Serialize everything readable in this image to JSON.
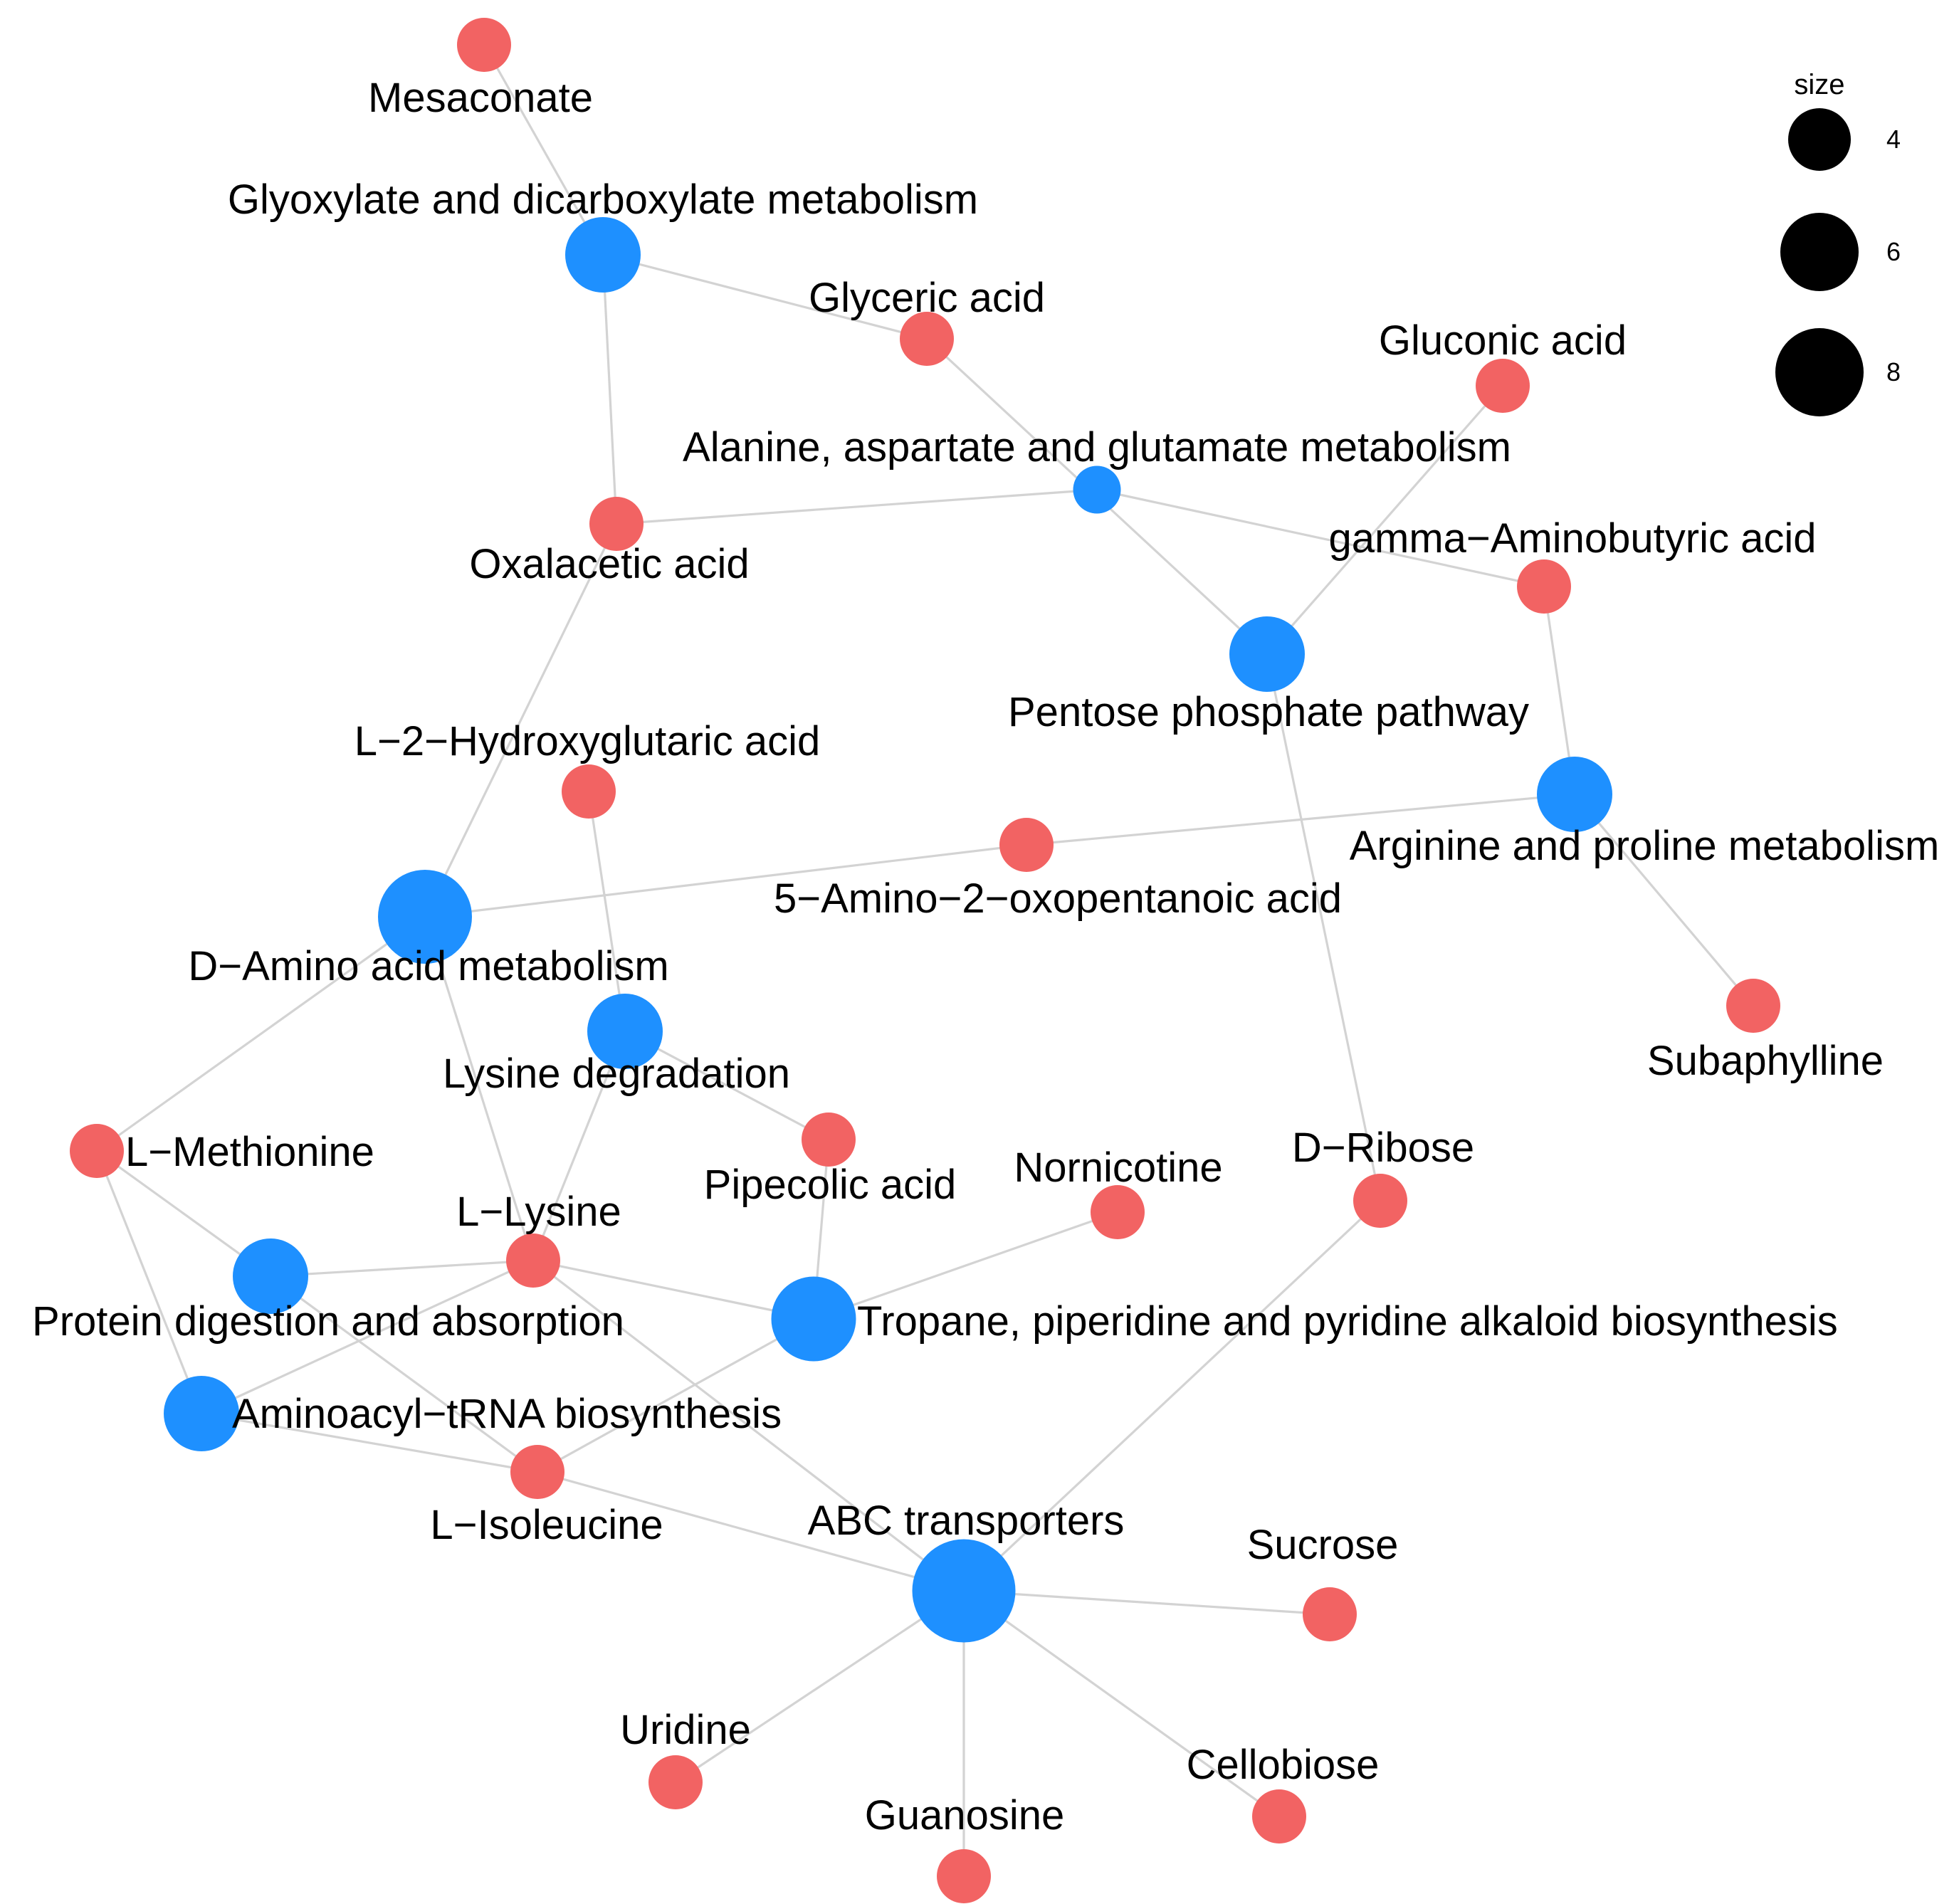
{
  "colors": {
    "pathway": "#1e90ff",
    "compound": "#f26363",
    "edge": "#d3d3d3",
    "legend_dot": "#000000"
  },
  "nodes": [
    {
      "id": "mesaconate",
      "label": "Mesaconate",
      "type": "compound"
    },
    {
      "id": "glyoxylate",
      "label": "Glyoxylate and dicarboxylate metabolism",
      "type": "pathway",
      "size": 6
    },
    {
      "id": "glyceric",
      "label": "Glyceric acid",
      "type": "compound"
    },
    {
      "id": "gluconic",
      "label": "Gluconic acid",
      "type": "compound"
    },
    {
      "id": "alanine",
      "label": "Alanine, aspartate and glutamate metabolism",
      "type": "pathway",
      "size": 3
    },
    {
      "id": "oxalacetic",
      "label": "Oxalacetic acid",
      "type": "compound"
    },
    {
      "id": "gaba",
      "label": "gamma−Aminobutyric acid",
      "type": "compound"
    },
    {
      "id": "pentose",
      "label": "Pentose phosphate pathway",
      "type": "pathway",
      "size": 6
    },
    {
      "id": "l2hg",
      "label": "L−2−Hydroxyglutaric acid",
      "type": "compound"
    },
    {
      "id": "arginine",
      "label": "Arginine and proline metabolism",
      "type": "pathway",
      "size": 6
    },
    {
      "id": "amino5",
      "label": "5−Amino−2−oxopentanoic acid",
      "type": "compound"
    },
    {
      "id": "damino",
      "label": "D−Amino acid metabolism",
      "type": "pathway",
      "size": 8
    },
    {
      "id": "subaphylline",
      "label": "Subaphylline",
      "type": "compound"
    },
    {
      "id": "lysdeg",
      "label": "Lysine degradation",
      "type": "pathway",
      "size": 6
    },
    {
      "id": "methionine",
      "label": "L−Methionine",
      "type": "compound"
    },
    {
      "id": "pipecolic",
      "label": "Pipecolic acid",
      "type": "compound"
    },
    {
      "id": "nornicotine",
      "label": "Nornicotine",
      "type": "compound"
    },
    {
      "id": "dribose",
      "label": "D−Ribose",
      "type": "compound"
    },
    {
      "id": "lysine",
      "label": "L−Lysine",
      "type": "compound"
    },
    {
      "id": "protein",
      "label": "Protein digestion and absorption",
      "type": "pathway",
      "size": 6
    },
    {
      "id": "tropane",
      "label": "Tropane, piperidine and pyridine alkaloid biosynthesis",
      "type": "pathway",
      "size": 7
    },
    {
      "id": "aminoacyl",
      "label": "Aminoacyl−tRNA biosynthesis",
      "type": "pathway",
      "size": 6
    },
    {
      "id": "isoleucine",
      "label": "L−Isoleucine",
      "type": "compound"
    },
    {
      "id": "abc",
      "label": "ABC transporters",
      "type": "pathway",
      "size": 9
    },
    {
      "id": "sucrose",
      "label": "Sucrose",
      "type": "compound"
    },
    {
      "id": "uridine",
      "label": "Uridine",
      "type": "compound"
    },
    {
      "id": "cellobiose",
      "label": "Cellobiose",
      "type": "compound"
    },
    {
      "id": "guanosine",
      "label": "Guanosine",
      "type": "compound"
    }
  ],
  "edges": [
    [
      "mesaconate",
      "glyoxylate"
    ],
    [
      "glyoxylate",
      "glyceric"
    ],
    [
      "glyoxylate",
      "oxalacetic"
    ],
    [
      "glyceric",
      "pentose"
    ],
    [
      "oxalacetic",
      "alanine"
    ],
    [
      "alanine",
      "gaba"
    ],
    [
      "gluconic",
      "pentose"
    ],
    [
      "gaba",
      "arginine"
    ],
    [
      "pentose",
      "dribose"
    ],
    [
      "oxalacetic",
      "damino"
    ],
    [
      "damino",
      "amino5"
    ],
    [
      "amino5",
      "arginine"
    ],
    [
      "arginine",
      "subaphylline"
    ],
    [
      "l2hg",
      "lysdeg"
    ],
    [
      "damino",
      "methionine"
    ],
    [
      "damino",
      "lysine"
    ],
    [
      "lysdeg",
      "pipecolic"
    ],
    [
      "lysdeg",
      "lysine"
    ],
    [
      "methionine",
      "protein"
    ],
    [
      "methionine",
      "aminoacyl"
    ],
    [
      "lysine",
      "protein"
    ],
    [
      "lysine",
      "aminoacyl"
    ],
    [
      "lysine",
      "tropane"
    ],
    [
      "lysine",
      "abc"
    ],
    [
      "protein",
      "isoleucine"
    ],
    [
      "aminoacyl",
      "isoleucine"
    ],
    [
      "pipecolic",
      "tropane"
    ],
    [
      "nornicotine",
      "tropane"
    ],
    [
      "tropane",
      "isoleucine"
    ],
    [
      "isoleucine",
      "abc"
    ],
    [
      "dribose",
      "abc"
    ],
    [
      "abc",
      "sucrose"
    ],
    [
      "abc",
      "uridine"
    ],
    [
      "abc",
      "cellobiose"
    ],
    [
      "abc",
      "guanosine"
    ]
  ],
  "legend": {
    "title": "size",
    "items": [
      {
        "label": "4",
        "size": 4
      },
      {
        "label": "6",
        "size": 6
      },
      {
        "label": "8",
        "size": 8
      }
    ]
  }
}
